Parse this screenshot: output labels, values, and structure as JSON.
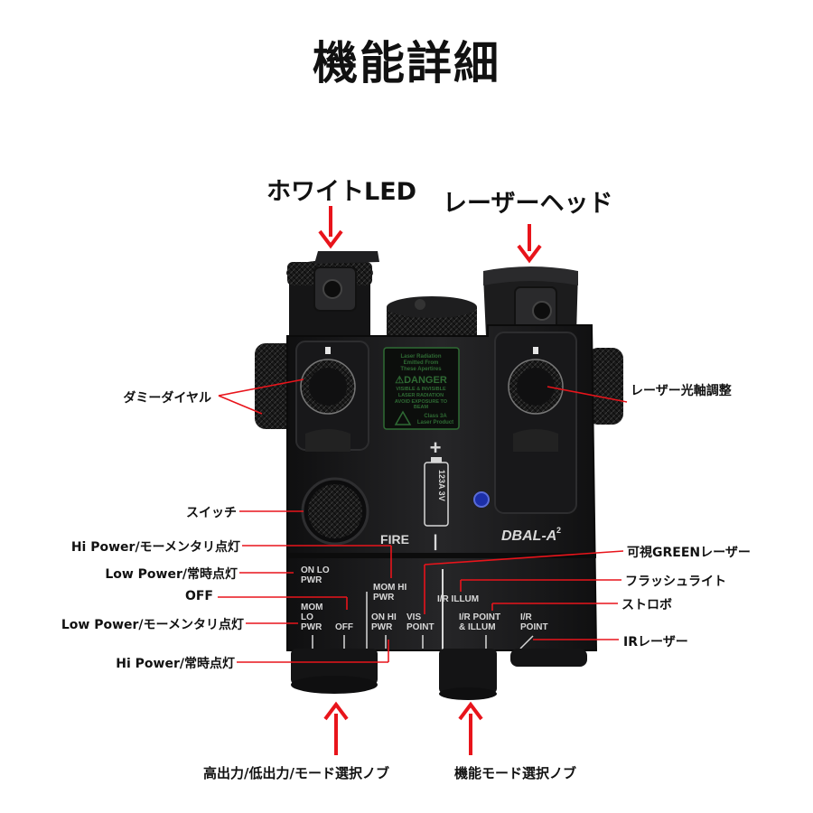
{
  "title": "機能詳細",
  "callouts": {
    "white_led": "ホワイトLED",
    "laser_head": "レーザーヘッド",
    "dummy_dial": "ダミーダイヤル",
    "laser_adjust": "レーザー光軸調整",
    "switch": "スイッチ",
    "hi_power_mom": "Hi Power/モーメンタリ点灯",
    "low_power_const": "Low Power/常時点灯",
    "off": "OFF",
    "low_power_mom": "Low Power/モーメンタリ点灯",
    "hi_power_const": "Hi Power/常時点灯",
    "visible_green": "可視GREENレーザー",
    "flashlight": "フラッシュライト",
    "strobe": "ストロボ",
    "ir_laser": "IRレーザー",
    "power_knob": "高出力/低出力/モード選択ノブ",
    "function_knob": "機能モード選択ノブ"
  },
  "device": {
    "model": "DBAL-A",
    "model_sup": "2",
    "fire": "FIRE",
    "plus": "+",
    "minus": "|",
    "battery": "123A 3V",
    "warning": {
      "line1": "Laser Radiation",
      "line2": "Emitted From",
      "line3": "These Apertires",
      "danger": "⚠DANGER",
      "line4": "VISIBLE & INVISIBLE",
      "line5": "LASER RADIATION",
      "line6": "AVOID EXPOSURE TO",
      "line7": "BEAM",
      "class1": "Class 3A",
      "class2": "Laser Product"
    },
    "modes": {
      "on_lo_1": "ON LO",
      "on_lo_2": "PWR",
      "mom_hi_1": "MOM HI",
      "mom_hi_2": "PWR",
      "mom_lo_1": "MOM",
      "mom_lo_2": "LO",
      "mom_lo_3": "PWR",
      "off": "OFF",
      "on_hi_1": "ON HI",
      "on_hi_2": "PWR",
      "vis_1": "VIS",
      "vis_2": "POINT",
      "ir_illum": "I/R ILLUM",
      "ir_point_illum_1": "I/R POINT",
      "ir_point_illum_2": "& ILLUM",
      "ir_point_1": "I/R",
      "ir_point_2": "POINT"
    }
  },
  "colors": {
    "arrow": "#e8141b",
    "body": "#1b1b1c",
    "label_text": "#d8d8d8",
    "warning_bg": "#0c0e0c",
    "warning_text": "#2f6b34"
  }
}
